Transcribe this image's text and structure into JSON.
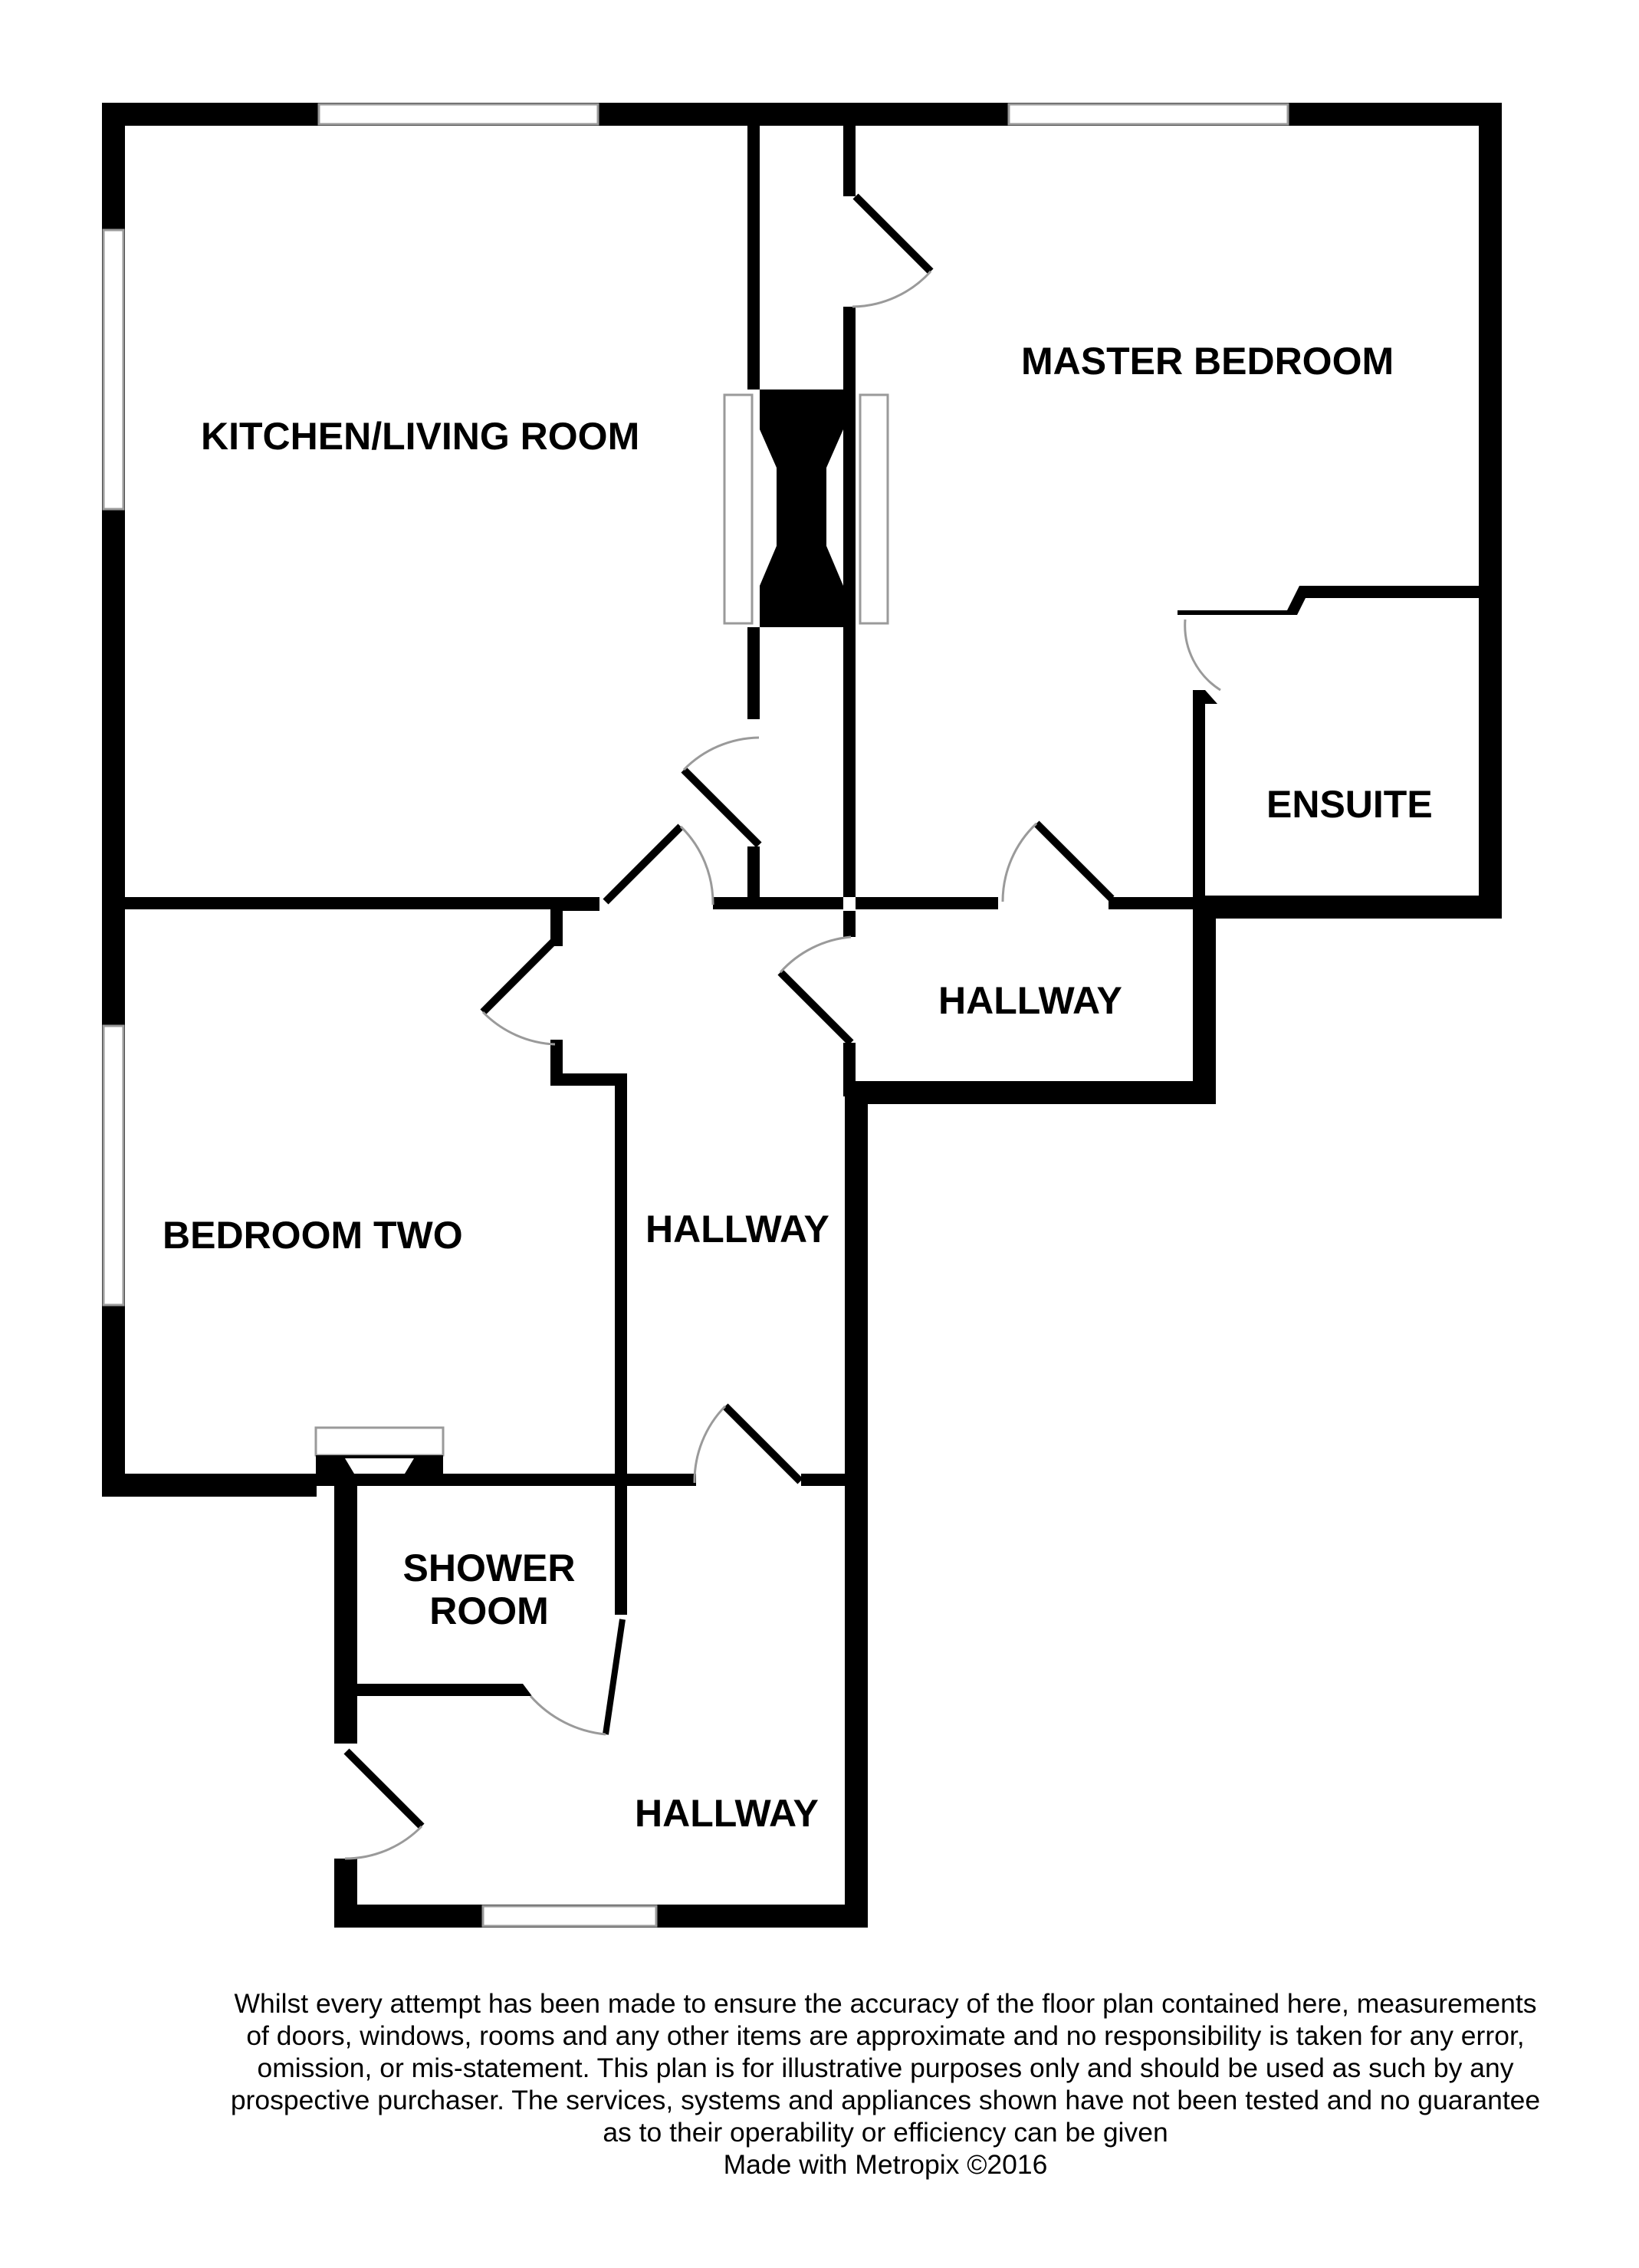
{
  "colors": {
    "wall": "#000000",
    "window_frame": "#9a9a9a",
    "door_arc": "#9a9a9a",
    "background": "#ffffff"
  },
  "rooms": {
    "kitchen_living_room": "KITCHEN/LIVING ROOM",
    "master_bedroom": "MASTER BEDROOM",
    "ensuite": "ENSUITE",
    "hallway_upper": "HALLWAY",
    "bedroom_two": "BEDROOM TWO",
    "hallway_middle": "HALLWAY",
    "shower_room_line1": "SHOWER",
    "shower_room_line2": "ROOM",
    "hallway_lower": "HALLWAY"
  },
  "disclaimer": {
    "lines": [
      "Whilst every attempt has been made to ensure the accuracy of the floor plan contained here, measurements",
      "of doors, windows, rooms and any other items are approximate and no responsibility is taken for any error,",
      "omission, or mis-statement. This plan is for illustrative purposes only and should be used as such by any",
      "prospective purchaser. The services, systems and appliances shown have not been tested and no guarantee",
      "as to their operability or efficiency can be given"
    ],
    "credit": "Made with Metropix ©2016"
  }
}
